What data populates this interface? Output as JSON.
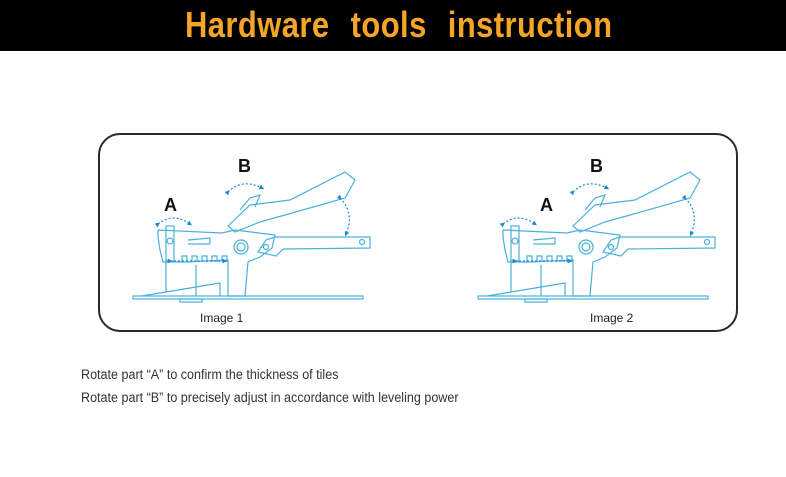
{
  "header": {
    "title": "Hardware tools instruction"
  },
  "colors": {
    "header_bg": "#000000",
    "title": "#f6a526",
    "diagram_line": "#4ab0dc",
    "arrow": "#1a8ad6"
  },
  "figures": [
    {
      "caption": "Image 1",
      "label_a": "A",
      "label_b": "B"
    },
    {
      "caption": "Image 2",
      "label_a": "A",
      "label_b": "B"
    }
  ],
  "instructions": [
    "Rotate part “A” to confirm the thickness of tiles",
    "Rotate part “B” to precisely adjust in accordance with leveling power"
  ]
}
